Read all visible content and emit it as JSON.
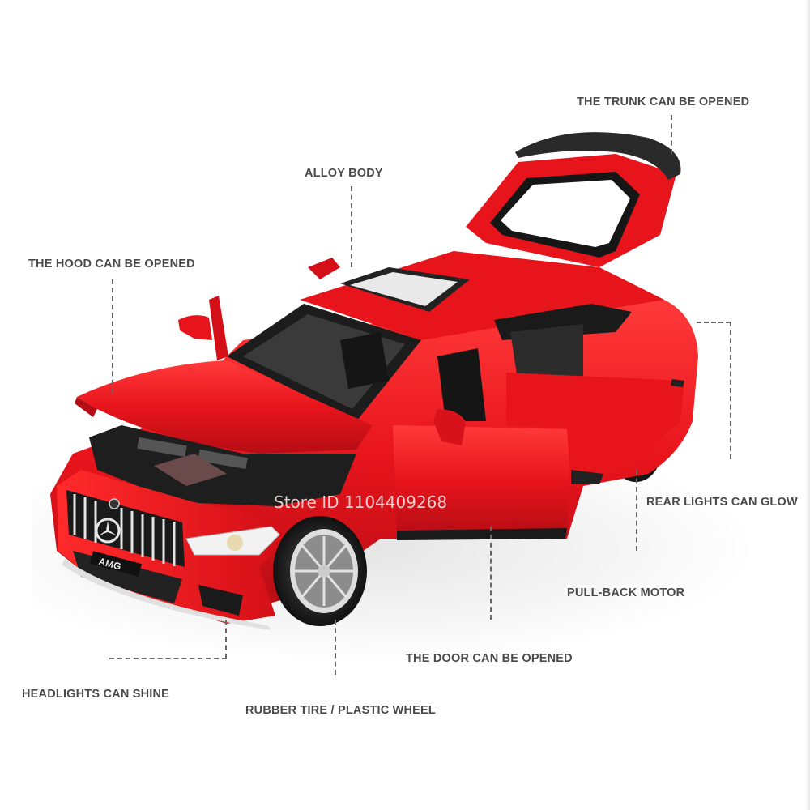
{
  "image": {
    "subject": "Red 1:24 scale die-cast model car (AMG GT 4-door coupe) with doors, hood and trunk open",
    "colors": {
      "body_red": "#e8141c",
      "body_red_dark": "#b50d14",
      "trim_black": "#1e1e1e",
      "label_gray": "#4a4a4a",
      "background": "#ffffff"
    }
  },
  "callouts": {
    "trunk": "THE TRUNK CAN BE OPENED",
    "alloy_body": "ALLOY BODY",
    "hood": "THE HOOD CAN BE OPENED",
    "rear_lights": "REAR LIGHTS CAN GLOW",
    "pull_back_motor": "PULL-BACK MOTOR",
    "door": "THE DOOR CAN BE OPENED",
    "headlights": "HEADLIGHTS CAN SHINE",
    "tire_wheel": "RUBBER TIRE / PLASTIC WHEEL"
  },
  "car_details": {
    "badge_text": "AMG",
    "grille_logo": "star-emblem"
  },
  "watermark": "Store ID 1104409268"
}
